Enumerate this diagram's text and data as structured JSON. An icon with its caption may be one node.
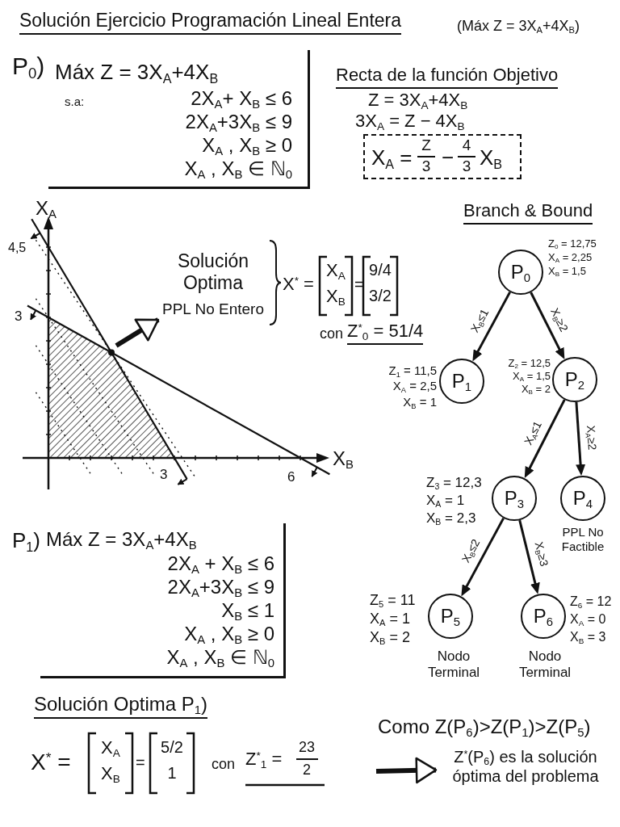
{
  "diagram": {
    "title": "Solución Ejercicio Programación Lineal Entera",
    "nodes": [
      {
        "text": [
          "P$_{0}$)",
          "Máx Z = 3X$_{A}$+4X$_{B}$",
          "s.a:",
          "2X$_{A}$+ X$_{B}$ ≤ 6",
          "2X$_{A}$+3X$_{B}$ ≤ 9",
          "X$_{A}$ , X$_{B}$ ≥ 0",
          "X$_{A}$ , X$_{B}$ ∈ ℕ$_{0}$"
        ]
      },
      {
        "text": [
          "X$_{A}$ =",
          "Z",
          "3",
          "−",
          "4",
          "3",
          "X$_{B}$"
        ]
      },
      {
        "text": [
          "Solución Optima",
          "PPL No Entero"
        ]
      },
      {
        "text": [
          "P$_{0}$"
        ],
        "beside": [
          "Z$_{0}$ = 12,75",
          "X$_{A}$ = 2,25",
          "X$_{B}$ = 1,5"
        ]
      },
      {
        "text": [
          "P$_{1}$"
        ],
        "beside": [
          "Z$_{1}$ = 11,5",
          "X$_{A}$ = 2,5",
          "X$_{B}$ = 1"
        ]
      },
      {
        "text": [
          "P$_{2}$"
        ],
        "beside": [
          "Z$_{2}$ = 12,5",
          "X$_{A}$ = 1,5",
          "X$_{B}$ = 2"
        ]
      },
      {
        "text": [
          "P$_{3}$"
        ],
        "beside": [
          "Z$_{3}$ = 12,3",
          "X$_{A}$ = 1",
          "X$_{B}$ = 2,3"
        ]
      },
      {
        "text": [
          "P$_{4}$"
        ],
        "beside": [
          "PPL No Factible"
        ]
      },
      {
        "text": [
          "P$_{5}$"
        ],
        "beside": [
          "Z$_{5}$ = 11",
          "X$_{A}$ = 1",
          "X$_{B}$ = 2",
          "Nodo Terminal"
        ]
      },
      {
        "text": [
          "P$_{6}$"
        ],
        "beside": [
          "Z$_{6}$ = 12",
          "X$_{A}$ = 0",
          "X$_{B}$ = 3",
          "Nodo Terminal"
        ]
      },
      {
        "text": [
          "P$_{1}$)",
          "Máx Z = 3X$_{A}$+4X$_{B}$",
          "2X$_{A}$ + X$_{B}$ ≤ 6",
          "2X$_{A}$+3X$_{B}$ ≤ 9",
          "X$_{B}$ ≤ 1",
          "X$_{A}$ , X$_{B}$ ≥ 0",
          "X$_{A}$ , X$_{B}$ ∈ ℕ$_{0}$"
        ]
      },
      {
        "text": [
          "Z$^{*}$(P$_{6}$) es la solución óptima del problema"
        ]
      }
    ],
    "edges": [
      {
        "from": null,
        "to": 2,
        "arrow": "to",
        "style": "thick"
      },
      {
        "from": 3,
        "to": 4,
        "arrow": "to",
        "label": "X$_{B}$≤1"
      },
      {
        "from": 3,
        "to": 5,
        "arrow": "to",
        "label": "X$_{B}$≥2"
      },
      {
        "from": 5,
        "to": 6,
        "arrow": "to",
        "label": "X$_{A}$≤1"
      },
      {
        "from": 5,
        "to": 7,
        "arrow": "to",
        "label": "X$_{A}$≥2"
      },
      {
        "from": 6,
        "to": 8,
        "arrow": "to",
        "label": "X$_{B}$≤2"
      },
      {
        "from": 6,
        "to": 9,
        "arrow": "to",
        "label": "X$_{B}$≥3"
      },
      {
        "from": null,
        "to": 11,
        "arrow": "to",
        "style": "thick"
      }
    ],
    "labels": [
      "(Máx Z = 3X$_{A}$+4X$_{B}$)",
      "Recta de la función Objetivo",
      "Z = 3X$_{A}$+4X$_{B}$",
      "3X$_{A}$ = Z − 4X$_{B}$",
      "Branch & Bound",
      "X$_{A}$",
      "4,5",
      "3",
      "X$_{B}$",
      "3",
      "6",
      "X$^{*}$ =",
      "X$_{A}$",
      "X$_{B}$",
      "=",
      "9/4",
      "3/2",
      "con",
      "Z$^{*}$$_{0}$ = 51/4",
      "Solución Optima P$_{1}$)",
      "X$^{*}$ =",
      "X$_{A}$",
      "X$_{B}$",
      "=",
      "5/2",
      "1",
      "con",
      "Z$^{*}$$_{1}$ =",
      "23",
      "2",
      "Como Z(P$_{6}$)>Z(P$_{1}$)>Z(P$_{5}$)"
    ]
  }
}
